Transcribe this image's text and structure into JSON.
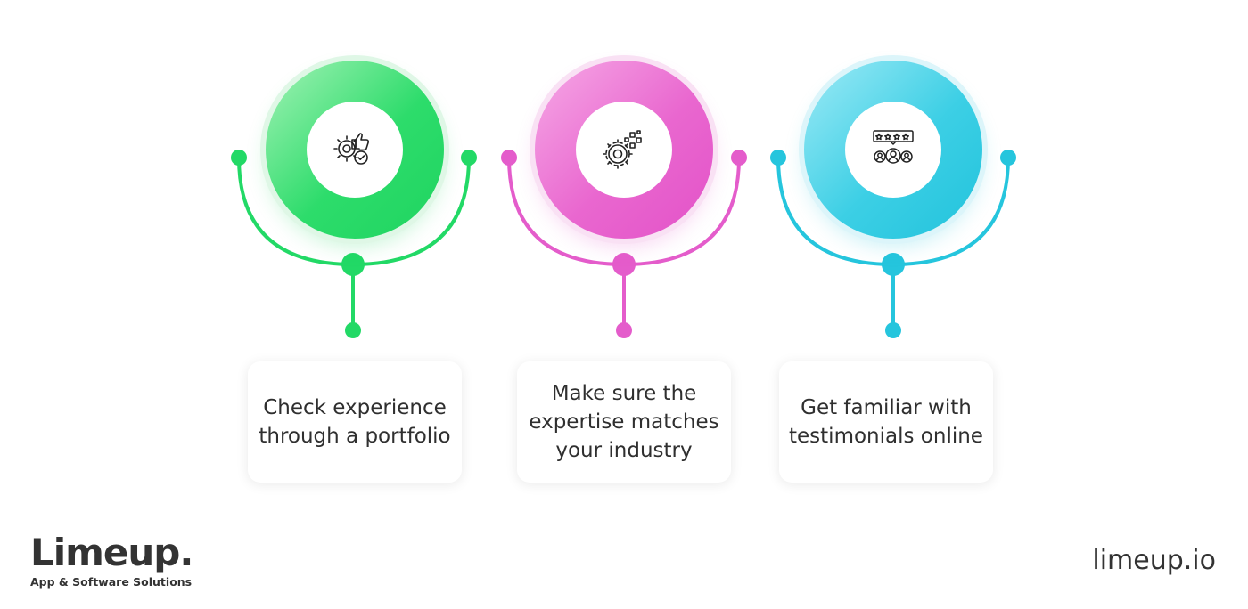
{
  "steps": [
    {
      "label": "Check experience through a portfolio",
      "color": "#22d966",
      "icon": "gear-thumbs-up-check-icon"
    },
    {
      "label": "Make sure the expertise matches your industry",
      "color": "#e45ccb",
      "icon": "gear-pixels-icon"
    },
    {
      "label": "Get familiar with testimonials online",
      "color": "#25c5dd",
      "icon": "rating-stars-users-icon"
    }
  ],
  "brand": {
    "name": "Limeup.",
    "tagline": "App & Software Solutions"
  },
  "website": "limeup.io"
}
